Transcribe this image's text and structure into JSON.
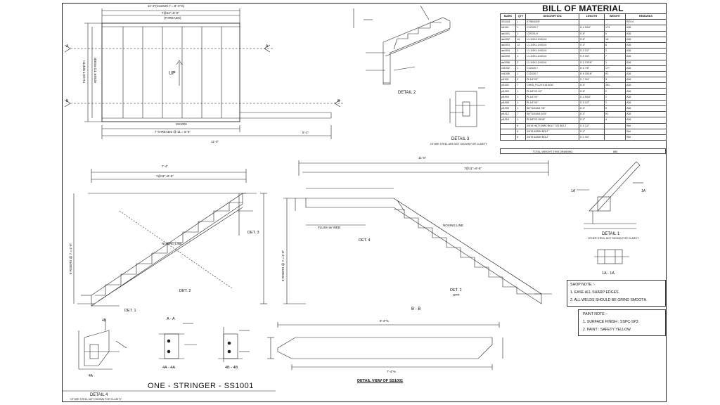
{
  "bom": {
    "title": "BILL OF MATERIAL",
    "headers": [
      "MARK",
      "QTY",
      "DESCRIPTION",
      "LENGTH",
      "WEIGHT",
      "REMARKS"
    ],
    "rows": [
      [
        "SS1001",
        "1",
        "STRINGER",
        "",
        "",
        "REV-0"
      ],
      [
        "st1001",
        "1",
        "C12X20.7",
        "8'-4 9/16\"",
        "173",
        "A36"
      ],
      [
        "aa1001",
        "1",
        "L3X3X1/4",
        "0'-6\"",
        "5",
        "A36"
      ],
      [
        "aa1002",
        "14",
        "L1-1/4X1-1/4X1/4",
        "0'-6\"",
        "18",
        "A36"
      ],
      [
        "aa1003",
        "13",
        "L1-1/4X1-1/4X1/4",
        "0'-4\"",
        "8",
        "A36"
      ],
      [
        "aa1004",
        "2",
        "L1-1/4X1-1/4X1/4",
        "0'-3 1/2\"",
        "1",
        "A36"
      ],
      [
        "aa1005",
        "1",
        "L1-1/4X1-1/4X1/4",
        "0'-9 3/4\"",
        "7",
        "A36"
      ],
      [
        "aa1006",
        "2",
        "L1-1/4X1-1/4X1/4",
        "0'-2 13/16\"",
        "1",
        "A36"
      ],
      [
        "ch1002",
        "1",
        "C12X20.7",
        "8'-6 7/8\"",
        "177",
        "A36"
      ],
      [
        "ch1006",
        "1",
        "C12X20.7",
        "8'-9 15/16\"",
        "91",
        "A36"
      ],
      [
        "pl1001",
        "2",
        "PL1/4\"X3\"",
        "0'-7 3/4\"",
        "3",
        "A36"
      ],
      [
        "pl1002",
        "7",
        "CHKD_PL1/4\"X14 5/16\"",
        "6'-0\"",
        "351",
        "A36"
      ],
      [
        "pl1003",
        "1",
        "PL3/8\"X3 1/2\"",
        "0'-8\"",
        "2",
        "A36"
      ],
      [
        "pl1004",
        "1",
        "PL1/4\"X3\"",
        "0'-4 9/16\"",
        "1",
        "A36"
      ],
      [
        "pl1005",
        "1",
        "PL1/4\"X3\"",
        "0'-3 1/2\"",
        "1",
        "A36"
      ],
      [
        "pl1006",
        "1",
        "SHT14GA/6 7/8\"",
        "6'-0\"",
        "5",
        "A36"
      ],
      [
        "pl1012",
        "7",
        "SHT14GA/6 9/16\"",
        "6'-0\"",
        "51",
        "A36"
      ],
      [
        "pl1016",
        "1",
        "PL3/8\"X3 15/16\"",
        "0'-2\"",
        "4",
        "A36"
      ],
      [
        "",
        "8",
        "3/4\"Ø HILTI KWIK BOLT TZ2 BOLT",
        "0'-3 1/2\"",
        "",
        "Site"
      ],
      [
        "",
        "8",
        "3/4\"Ø A325N BOLT",
        "0'-2\"",
        "",
        "Site"
      ],
      [
        "",
        "8",
        "3/4\"Ø A325N BOLT",
        "0'-1 3/4\"",
        "",
        "Site"
      ]
    ],
    "total_label": "TOTAL WEIGHT THIS DRAWING",
    "total_value": "880"
  },
  "notes": {
    "shop_title": "SHOP NOTE :-",
    "shop_1": "1. EASE ALL SHARP EDGES.",
    "shop_2": "2. ALL WELDS SHOULD BE GRIND SMOOTH.",
    "paint_title": "PAINT NOTE :-",
    "paint_1": "1. SURFACE FINISH : SSPC-SP3",
    "paint_2": "2. PAINT : SAFETY YELLOW"
  },
  "labels": {
    "drawing_title": "ONE - STRINGER - SS1001",
    "detail_view": "DETAIL VIEW OF SS1001",
    "detail_1": "DET. 1",
    "detail_2": "DET. 2",
    "detail_3": "DET. 3",
    "detail_4": "DET. 4",
    "detail_2_big": "DETAIL 2",
    "detail_3_big": "DETAIL 3",
    "detail_1_big": "DETAIL 1",
    "detail_4_big": "DETAIL 4",
    "section_aa": "A - A",
    "section_bb": "B - B",
    "section_1a": "1A - 1A",
    "section_4a": "4A - 4A",
    "section_4b": "4B - 4B",
    "up": "UP",
    "nosing_line": "NOSING LINE",
    "nosing_line_2": "NOSING LINE",
    "clarity_note": "OTHER STEEL ARE NOT SHOWN FOR CLARITY",
    "clarity_note_2": "OTHER STEEL NOT SHOWN FOR CLARITY",
    "clarity_note_4": "OTHER STEEL NOT SHOWN FOR CLARITY",
    "threads_plan": "7 THREADS @ 11 = 6'-5\"",
    "threads_note": "7@11\"=6'-5\"",
    "threads_text": "(THREADS)",
    "dim_top": "11'-2\"(C12X20.7 = 8'-4\"%)",
    "dim_7_4": "7'-4\"",
    "dim_11_0": "11'-0\"",
    "dim_6_1": "6'-1\"",
    "flight_width": "FLIGHT WIDTH",
    "riser_label": "RISER TO RISER",
    "risers_left": "8 RISERS @ 7 = 4'-8\"",
    "risers_right": "8 RISERS @ 7 = 4'-8\"",
    "flush_web": "FLUSH w/ WEB",
    "opp": "OPP",
    "ss1001": "SS1001",
    "letter_a": "A",
    "letter_b": "B",
    "ctrl_1a": "1A",
    "ctrl_4a": "4A",
    "ctrl_4b": "4B",
    "detail_view_dim": "8'-4\"%",
    "detail_view_dim2": "7'-4\"%"
  }
}
